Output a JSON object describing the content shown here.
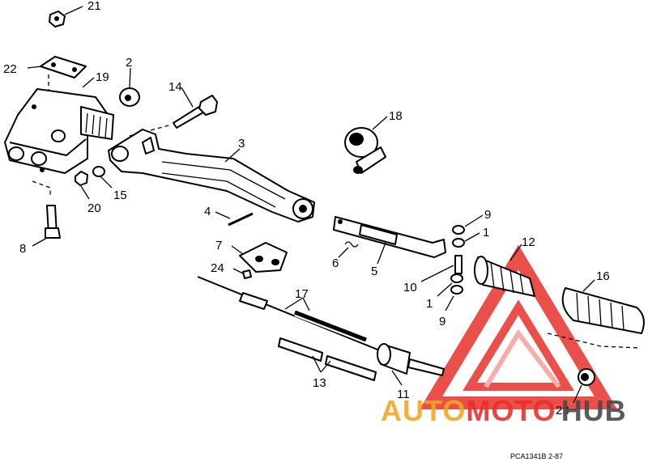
{
  "diagram": {
    "callouts": [
      "21",
      "22",
      "19",
      "2",
      "14",
      "18",
      "3",
      "20",
      "15",
      "8",
      "4",
      "9",
      "1",
      "12",
      "7",
      "16",
      "6",
      "5",
      "24",
      "10",
      "1",
      "9",
      "17",
      "11",
      "13",
      "23"
    ],
    "caption": "PCA1341B   2-87"
  },
  "watermark": {
    "auto": "AUTO",
    "moto": "MOTO",
    "hub": "HUB",
    "colors": {
      "orange": "#f5a623",
      "red": "#e8312a",
      "gray": "#4a4a4a"
    }
  }
}
